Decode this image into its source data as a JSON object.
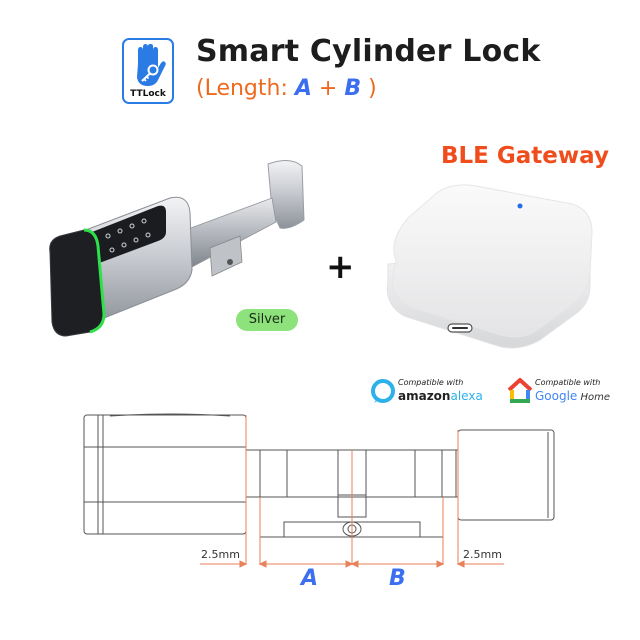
{
  "header": {
    "logo_text": "TTLock",
    "title": "Smart Cylinder Lock",
    "subtitle_prefix": "(Length:",
    "subtitle_a": "A",
    "subtitle_plus": "+",
    "subtitle_b": "B",
    "subtitle_suffix": ")"
  },
  "products": {
    "lock": {
      "color_badge": "Silver",
      "icon": "smart-cylinder-lock-image"
    },
    "plus_sign": "+",
    "gateway": {
      "title": "BLE Gateway",
      "icon": "ble-gateway-image"
    }
  },
  "compatibility": [
    {
      "label": "Compatible with",
      "brand_part1": "amazon",
      "brand_part2": "alexa",
      "icon": "alexa-icon"
    },
    {
      "label": "Compatible with",
      "brand_part1": "Google",
      "brand_part2": " Home",
      "icon": "google-home-icon"
    }
  ],
  "diagram": {
    "left_margin": "2.5mm",
    "right_margin": "2.5mm",
    "label_a": "A",
    "label_b": "B"
  },
  "colors": {
    "accent_orange": "#ee6a1f",
    "ble_red": "#f04d1c",
    "ab_blue": "#3b6ff0",
    "badge_green": "#8ee27b",
    "logo_blue": "#2a7be4",
    "dim_line": "#e8825a"
  }
}
